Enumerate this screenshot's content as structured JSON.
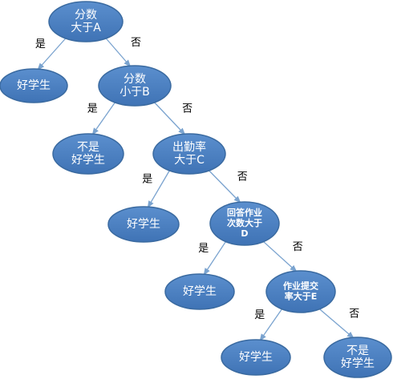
{
  "nodes": [
    {
      "id": "n1",
      "lines": [
        "分数",
        "大于A"
      ]
    },
    {
      "id": "n2",
      "lines": [
        "好学生"
      ]
    },
    {
      "id": "n3",
      "lines": [
        "分数",
        "小于B"
      ]
    },
    {
      "id": "n4",
      "lines": [
        "不是",
        "好学生"
      ]
    },
    {
      "id": "n5",
      "lines": [
        "出勤率",
        "大于C"
      ]
    },
    {
      "id": "n6",
      "lines": [
        "好学生"
      ]
    },
    {
      "id": "n7",
      "lines": [
        "回答作业",
        "次数大于",
        "D"
      ]
    },
    {
      "id": "n8",
      "lines": [
        "好学生"
      ]
    },
    {
      "id": "n9",
      "lines": [
        "作业提交",
        "率大于E"
      ]
    },
    {
      "id": "n10",
      "lines": [
        "好学生"
      ]
    },
    {
      "id": "n11",
      "lines": [
        "不是",
        "好学生"
      ]
    }
  ],
  "edges": [
    {
      "from": "n1",
      "to": "n2",
      "label": "是"
    },
    {
      "from": "n1",
      "to": "n3",
      "label": "否"
    },
    {
      "from": "n3",
      "to": "n4",
      "label": "是"
    },
    {
      "from": "n3",
      "to": "n5",
      "label": "否"
    },
    {
      "from": "n5",
      "to": "n6",
      "label": "是"
    },
    {
      "from": "n5",
      "to": "n7",
      "label": "否"
    },
    {
      "from": "n7",
      "to": "n8",
      "label": "是"
    },
    {
      "from": "n7",
      "to": "n9",
      "label": "否"
    },
    {
      "from": "n9",
      "to": "n10",
      "label": "是"
    },
    {
      "from": "n9",
      "to": "n11",
      "label": "否"
    }
  ],
  "colors": {
    "node_fill_top": "#5b8fce",
    "node_fill_bottom": "#3f73b5",
    "node_stroke": "#3a6aa0",
    "edge": "#7aa3cf",
    "label": "#000000"
  }
}
